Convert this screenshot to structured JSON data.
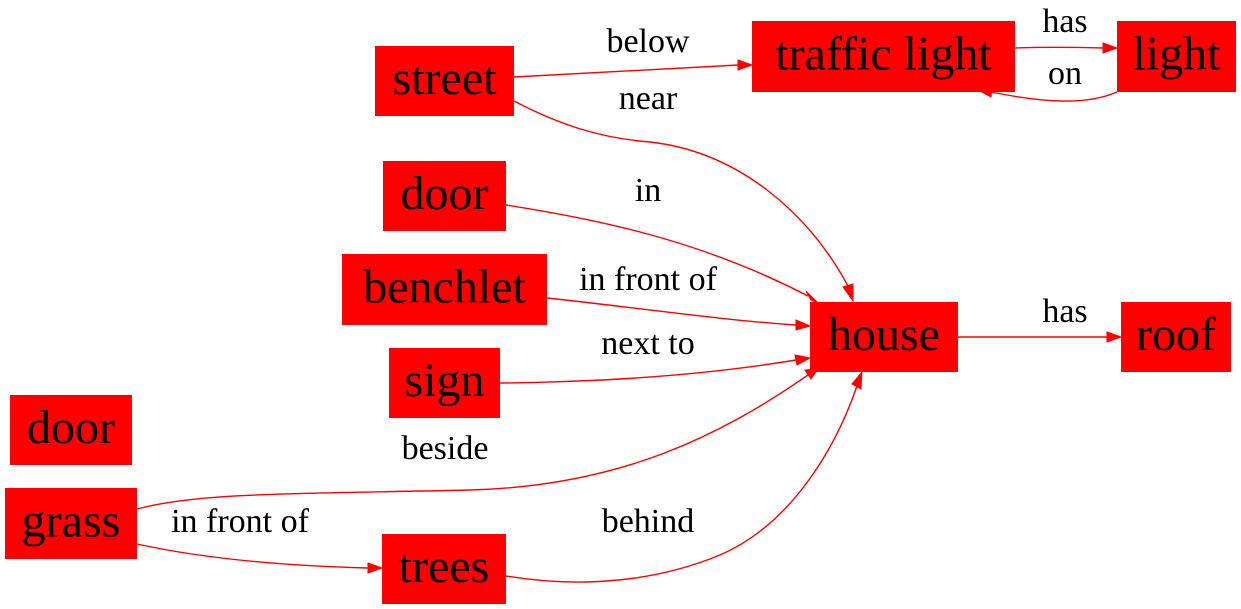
{
  "colors": {
    "node_fill": "#ff0000",
    "edge": "#ff0000",
    "text": "#000000"
  },
  "nodes": [
    {
      "id": "street",
      "label": "street"
    },
    {
      "id": "traffic_light",
      "label": "traffic light"
    },
    {
      "id": "light",
      "label": "light"
    },
    {
      "id": "door_1",
      "label": "door"
    },
    {
      "id": "benchlet",
      "label": "benchlet"
    },
    {
      "id": "house",
      "label": "house"
    },
    {
      "id": "roof",
      "label": "roof"
    },
    {
      "id": "sign",
      "label": "sign"
    },
    {
      "id": "door_2",
      "label": "door"
    },
    {
      "id": "grass",
      "label": "grass"
    },
    {
      "id": "trees",
      "label": "trees"
    }
  ],
  "edges": [
    {
      "from": "street",
      "to": "traffic_light",
      "label": "below"
    },
    {
      "from": "traffic_light",
      "to": "light",
      "label": "has"
    },
    {
      "from": "light",
      "to": "traffic_light",
      "label": "on"
    },
    {
      "from": "street",
      "to": "house",
      "label": "near"
    },
    {
      "from": "door_1",
      "to": "house",
      "label": "in"
    },
    {
      "from": "benchlet",
      "to": "house",
      "label": "in front of"
    },
    {
      "from": "sign",
      "to": "house",
      "label": "next to"
    },
    {
      "from": "house",
      "to": "roof",
      "label": "has"
    },
    {
      "from": "grass",
      "to": "house",
      "label": "beside"
    },
    {
      "from": "grass",
      "to": "trees",
      "label": "in front of"
    },
    {
      "from": "trees",
      "to": "house",
      "label": "behind"
    }
  ]
}
